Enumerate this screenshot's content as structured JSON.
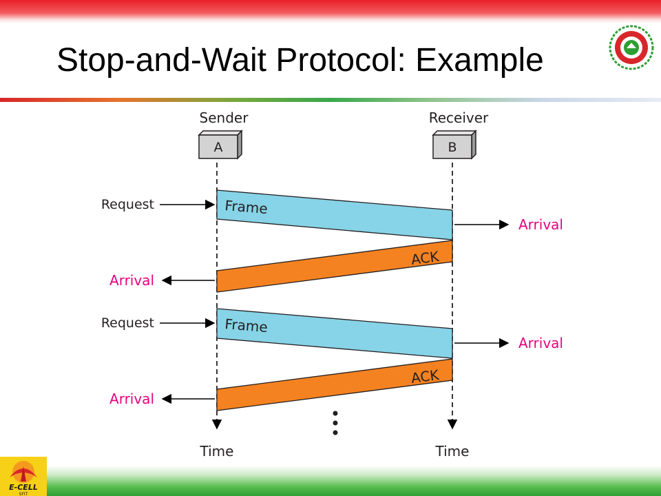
{
  "slide": {
    "title": "Stop-and-Wait Protocol: Example"
  },
  "logos": {
    "seal": "institute-seal",
    "bottom_left": "e-cell-logo",
    "bottom_left_text": "E-CELL",
    "bottom_left_subtext": "SFIT"
  },
  "diagram": {
    "sender_label": "Sender",
    "sender_box": "A",
    "receiver_label": "Receiver",
    "receiver_box": "B",
    "time_left": "Time",
    "time_right": "Time",
    "exchanges": [
      {
        "request": "Request",
        "frame": "Frame",
        "receiver_arrival": "Arrival",
        "ack": "ACK",
        "sender_arrival": "Arrival"
      },
      {
        "request": "Request",
        "frame": "Frame",
        "receiver_arrival": "Arrival",
        "ack": "ACK",
        "sender_arrival": "Arrival"
      }
    ],
    "colors": {
      "frame": "#87d3e8",
      "ack": "#f58220",
      "arrival_text": "#e5007e"
    }
  }
}
